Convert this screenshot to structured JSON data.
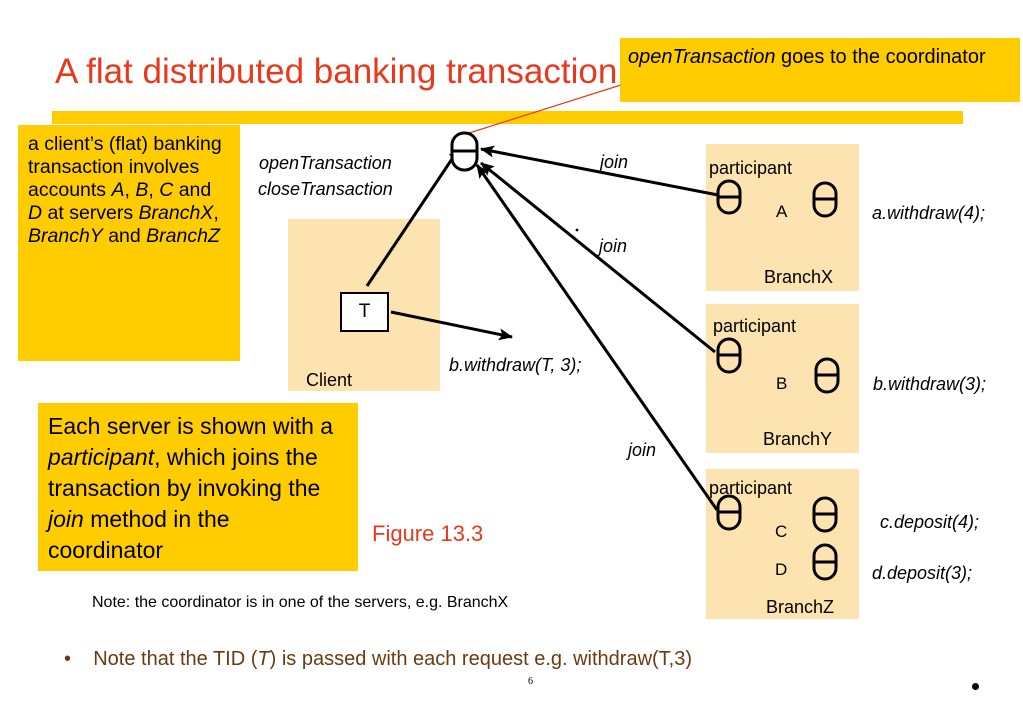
{
  "slide": {
    "title": "A flat distributed banking transaction",
    "callout": {
      "italic": "openTransaction",
      "rest": " goes to the coordinator"
    },
    "left_box1": {
      "t1": "a client’s (flat) banking transaction involves accounts ",
      "A": "A",
      "sep1": ", ",
      "B": "B",
      "sep2": ", ",
      "C": "C",
      "and": " and ",
      "D": "D",
      "t2": " at servers ",
      "bx": "BranchX",
      "sep3": ", ",
      "by": "BranchY",
      "and2": " and ",
      "bz": "BranchZ"
    },
    "left_box2": {
      "t1": "Each server is shown with a ",
      "participant": "participant",
      "t2": ", which joins the transaction by invoking the ",
      "join": "join",
      "t3": " method in the coordinator"
    },
    "figure_label": "Figure 13.3",
    "note": "Note: the coordinator is in one of the servers, e.g. BranchX",
    "bullet": {
      "pre": "Note that the TID (",
      "T": "T",
      "post": ") is passed with each request e.g. withdraw(T,3)"
    },
    "page_number": "6"
  },
  "diagram": {
    "coordinator_labels": [
      "openTransaction",
      "closeTransaction"
    ],
    "client": {
      "name": "Client",
      "tid": "T",
      "request": "b.withdraw(T, 3);"
    },
    "join_labels": [
      "join",
      "join",
      "join"
    ],
    "branches": [
      {
        "name": "BranchX",
        "participant": "participant",
        "accounts": [
          "A"
        ],
        "ops": [
          "a.withdraw(4);"
        ]
      },
      {
        "name": "BranchY",
        "participant": "participant",
        "accounts": [
          "B"
        ],
        "ops": [
          "b.withdraw(3);"
        ]
      },
      {
        "name": "BranchZ",
        "participant": "participant",
        "accounts": [
          "C",
          "D"
        ],
        "ops": [
          "c.deposit(4);",
          "d.deposit(3);"
        ]
      }
    ]
  },
  "colors": {
    "accent": "#ffcc00",
    "branch_fill": "#fde3b0",
    "title": "#e8391c",
    "bullet": "#6b3b10"
  }
}
